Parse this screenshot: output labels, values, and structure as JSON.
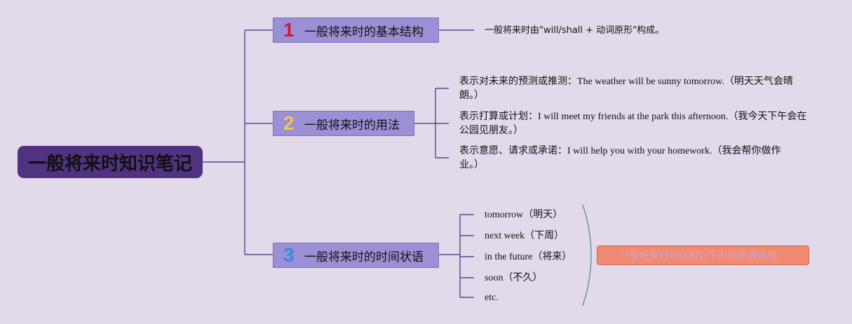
{
  "root": {
    "title": "一般将来时知识笔记"
  },
  "branches": [
    {
      "number": "1",
      "title": "一般将来时的基本结构",
      "number_color": "#d8163c"
    },
    {
      "number": "2",
      "title": "一般将来时的用法",
      "number_color": "#f3c64a"
    },
    {
      "number": "3",
      "title": "一般将来时的时间状语",
      "number_color": "#2f8ee0"
    }
  ],
  "structure_note": "一般将来时由\"will/shall + 动词原形\"构成。",
  "usages": [
    {
      "line1": "表示对未来的预测或推测：The weather will be sunny tomorrow.（明天天气会晴",
      "line2": "朗。）"
    },
    {
      "line1": "表示打算或计划：I will meet my friends at the park this afternoon.（我今天下午会在",
      "line2": "公园见朋友。）"
    },
    {
      "line1": "表示意愿、请求或承诺：I will help you with your homework.（我会帮你做作",
      "line2": "业。）"
    }
  ],
  "time_adverbials": [
    "tomorrow（明天）",
    "next week（下周）",
    "in the future（将来）",
    "soon（不久）",
    "etc."
  ],
  "summary_note": "一般将来时可以和以下时间状语连用。",
  "colors": {
    "background": "#e2daea",
    "root_fill": "#4f3382",
    "branch_fill": "#9b8fd6",
    "connector": "#5a4690",
    "callout_fill": "#f08a70"
  }
}
